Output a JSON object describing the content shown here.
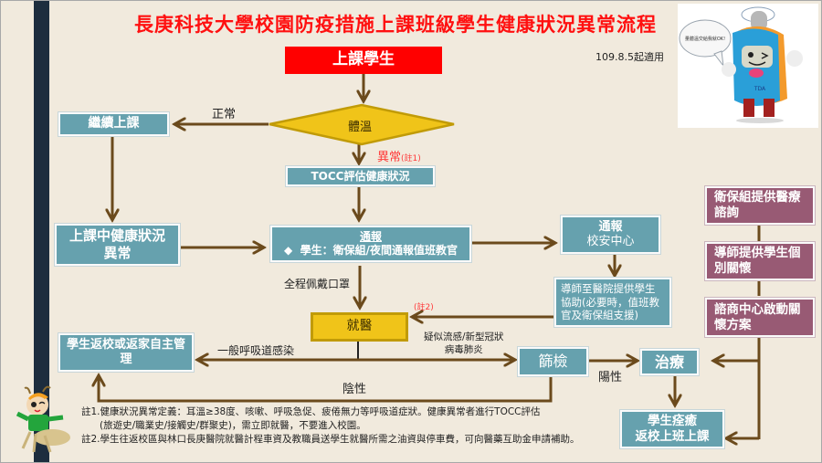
{
  "title": "長庚科技大學校園防疫措施上課班級學生健康狀況異常流程",
  "effective_date": "109.8.5起適用",
  "nodes": {
    "start": "上課學生",
    "temperature": "體溫",
    "continue_class": "繼續上課",
    "tocc": "TOCC評估健康狀況",
    "abnormal_in_class": "上課中健康狀況異常",
    "report": {
      "heading": "通報",
      "bullet": "◆",
      "detail": "學生：衛保組/夜間通報值班教官"
    },
    "report_safety": {
      "heading": "通報",
      "detail": "校安中心"
    },
    "teacher_assist": "導師至醫院提供學生協助(必要時，值班教官及衛保組支援)",
    "see_doctor": "就醫",
    "self_manage": "學生返校或返家自主管理",
    "screening": "篩檢",
    "treatment": "治療",
    "recovered": {
      "line1": "學生痊癒",
      "line2": "返校上班上課"
    },
    "health_consult": "衛保組提供醫療諮詢",
    "mentor_care": "導師提供學生個別關懷",
    "counseling_plan": "諮商中心啟動關懷方案"
  },
  "edge_labels": {
    "normal": "正常",
    "abnormal": "異常",
    "abnormal_note": "(註1)",
    "wear_mask": "全程佩戴口罩",
    "note2": "(註2)",
    "general_infection": "一般呼吸道感染",
    "suspected_line1": "疑似流感/新型冠狀",
    "suspected_line2": "病毒肺炎",
    "negative": "陰性",
    "positive": "陽性"
  },
  "notes": [
    "註1.健康狀況異常定義：耳溫≥38度、咳嗽、呼吸急促、疲倦無力等呼吸道症狀。健康異常者進行TOCC評估",
    "(旅遊史/職業史/接觸史/群聚史)，需立即就醫，不要進入校園。",
    "註2.學生往返校區與林口長庚醫院就醫計程車資及教職員送學生就醫所需之油資與停車費，可向醫藥互助金申請補助。"
  ],
  "mascot_speech": "量體溫交給我就OK!",
  "mascot_logo": "TDA",
  "colors": {
    "title": "#ff1010",
    "start_box": "#ff0000",
    "teal_box": "#66a1ae",
    "plum_box": "#985a74",
    "decision": "#f0c419",
    "arrow": "#6b4a1c",
    "background": "#f1eadd"
  }
}
